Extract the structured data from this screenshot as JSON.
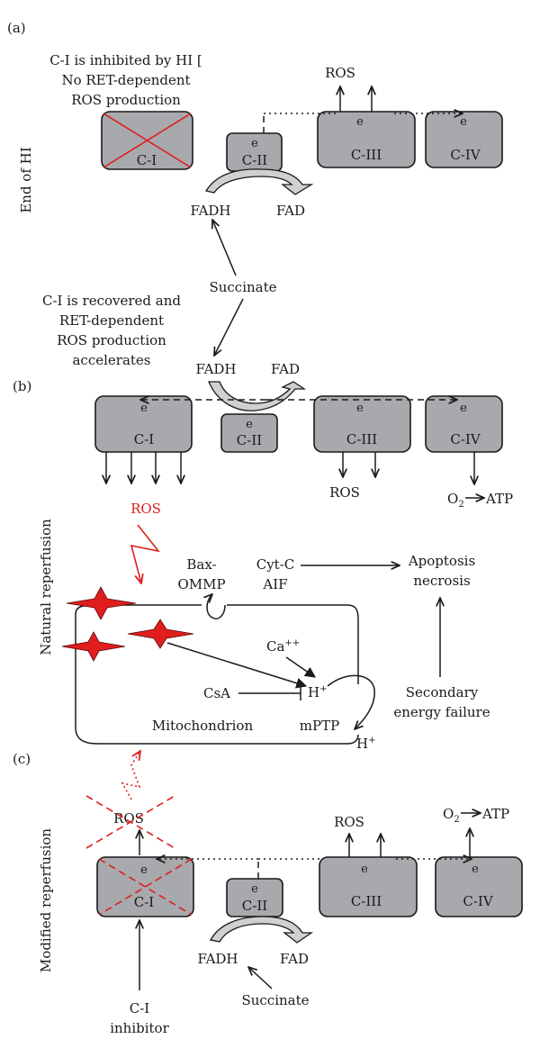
{
  "panels": {
    "a": {
      "letter": "(a)",
      "side_label": "End of HI",
      "note_lines": [
        "C-I is inhibited by HI [",
        "No RET-dependent",
        "ROS production"
      ],
      "ci": "C-I",
      "cii": "C-II",
      "ciii": "C-III",
      "civ": "C-IV",
      "e": "e",
      "ros": "ROS",
      "fadh": "FADH",
      "fad": "FAD"
    },
    "middle": {
      "succinate": "Succinate",
      "note_lines": [
        "C-I is recovered and",
        "RET-dependent",
        "ROS production",
        "accelerates"
      ]
    },
    "b": {
      "letter": "(b)",
      "side_label": "Natural reperfusion",
      "fadh": "FADH",
      "fad": "FAD",
      "ci": "C-I",
      "cii": "C-II",
      "ciii": "C-III",
      "civ": "C-IV",
      "e": "e",
      "ros_bottom": "ROS",
      "o2": "O",
      "o2_sub": "2",
      "atp": "ATP",
      "ros_red": "ROS",
      "bax": "Bax-",
      "ommp": "OMMP",
      "cytc": "Cyt-C",
      "aif": "AIF",
      "apoptosis": "Apoptosis",
      "necrosis": "necrosis",
      "ca": "Ca",
      "ca_sup": "++",
      "h": "H",
      "h_sup": "+",
      "csa": "CsA",
      "secondary": "Secondary",
      "energy_failure": "energy failure",
      "mitochondrion": "Mitochondrion",
      "mptp": "mPTP",
      "h2": "H",
      "h2_sup": "+"
    },
    "c": {
      "letter": "(c)",
      "side_label": "Modified reperfusion",
      "ros": "ROS",
      "ros_right": "ROS",
      "o2": "O",
      "o2_sub": "2",
      "atp": "ATP",
      "ci": "C-I",
      "cii": "C-II",
      "ciii": "C-III",
      "civ": "C-IV",
      "e": "e",
      "fadh": "FADH",
      "fad": "FAD",
      "succinate": "Succinate",
      "inhibitor_lines": [
        "C-I",
        "inhibitor"
      ]
    }
  },
  "colors": {
    "box_fill": "#a7a9ac",
    "ink": "#1a1a1a",
    "accent_red": "#e01e1e"
  }
}
